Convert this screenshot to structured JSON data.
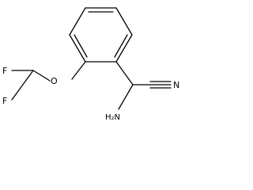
{
  "molecule": {
    "atoms": {
      "fluorine_1": "F",
      "fluorine_2": "F",
      "oxygen": "O",
      "amino": "H₂N",
      "nitrile_n": "N"
    },
    "colors": {
      "bond": "#000000",
      "background": "#ffffff"
    }
  }
}
